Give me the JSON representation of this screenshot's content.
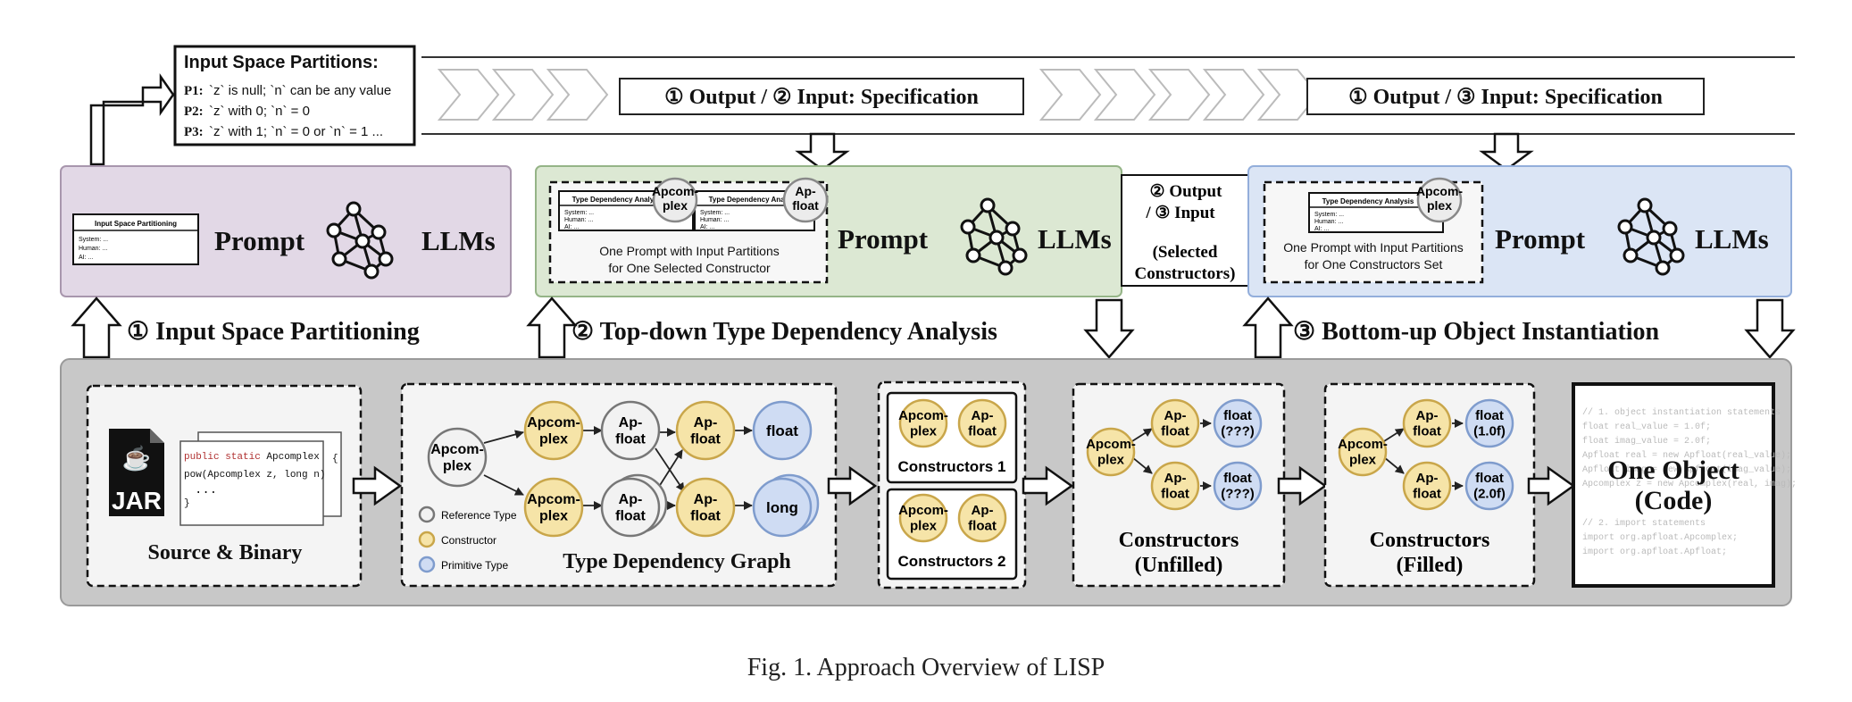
{
  "partitions": {
    "title": "Input Space Partitions:",
    "p1_label": "P1:",
    "p1_text": "`z` is null; `n` can be any value",
    "p2_label": "P2:",
    "p2_text": "`z` with  0; `n` = 0",
    "p3_label": "P3:",
    "p3_text": "`z` with 1; `n` = 0 or `n` = 1 ..."
  },
  "spec1": "① Output / ② Input:  Specification",
  "spec2": "① Output / ③ Input:  Specification",
  "panel1": {
    "card_title": "Input Space Partitioning",
    "card_lines": [
      "System: ...",
      "Human: ...",
      "AI: ..."
    ],
    "prompt": "Prompt",
    "llms": "LLMs"
  },
  "panel2": {
    "card_title": "Type Dependency Analysis",
    "card_lines": [
      "System: ...",
      "Human: ...",
      "AI: ..."
    ],
    "badge1": "Apcom-plex",
    "badge2": "Ap-float",
    "caption_line1": "One Prompt with Input Partitions",
    "caption_line2": "for One Selected Constructor",
    "prompt": "Prompt",
    "llms": "LLMs"
  },
  "middle_box": {
    "line1": "② Output",
    "line2": "/ ③ Input",
    "line3": "(Selected",
    "line4": "Constructors)"
  },
  "panel3": {
    "card_title": "Type Dependency Analysis",
    "card_lines": [
      "System: ...",
      "Human: ...",
      "AI: ..."
    ],
    "badge": "Apcom-plex",
    "caption_line1": "One Prompt with Input Partitions",
    "caption_line2": "for One Constructors Set",
    "prompt": "Prompt",
    "llms": "LLMs"
  },
  "steps": {
    "step1": "① Input Space Partitioning",
    "step2": "② Top-down Type Dependency Analysis",
    "step3": "③ Bottom-up Object Instantiation"
  },
  "source": {
    "jar": "JAR",
    "code_line1_kw": "public static",
    "code_line1_rest": " Apcomplex",
    "code_line2": "pow(Apcomplex z, long n)",
    "code_brace_open": "{",
    "code_dots": "...",
    "code_brace_close": "}",
    "label": "Source & Binary"
  },
  "graph": {
    "root": "Apcom-plex",
    "c1": "Apcom-plex",
    "c2": "Apcom-plex",
    "r1": "Ap-float",
    "r2": "Ap-float",
    "a1": "Ap-float",
    "a2": "Ap-float",
    "p1": "float",
    "p2": "long",
    "legend_ref": "Reference Type",
    "legend_con": "Constructor",
    "legend_prim": "Primitive Type",
    "label": "Type Dependency Graph"
  },
  "constructors_sets": {
    "set1_a": "Apcom-plex",
    "set1_b": "Ap-float",
    "set1_label": "Constructors 1",
    "set2_a": "Apcom-plex",
    "set2_b": "Ap-float",
    "set2_label": "Constructors 2"
  },
  "unfilled": {
    "root": "Apcom-plex",
    "a1": "Ap-float",
    "a2": "Ap-float",
    "v1": "float (???)",
    "v2": "float (???)",
    "label_line1": "Constructors",
    "label_line2": "(Unfilled)"
  },
  "filled": {
    "root": "Apcom-plex",
    "a1": "Ap-float",
    "a2": "Ap-float",
    "v1": "float (1.0f)",
    "v2": "float (2.0f)",
    "label_line1": "Constructors",
    "label_line2": "(Filled)"
  },
  "output_code": {
    "lines": [
      "// 1. object instantiation statements",
      "float real_value = 1.0f;",
      "float imag_value = 2.0f;",
      "Apfloat real = new Apfloat(real_value);",
      "Apfloat imag = new Apfloat(imag_value);",
      "Apcomplex z = new Apcomplex(real, imag);",
      "// 2. import statements",
      "import org.apfloat.Apcomplex;",
      "import org.apfloat.Apfloat;"
    ],
    "title_line1": "One Object",
    "title_line2": "(Code)"
  },
  "caption": "Fig. 1.  Approach Overview of LISP",
  "colors": {
    "purple_panel": "#e2d8e6",
    "green_panel": "#dce8d3",
    "blue_panel": "#dbe5f5",
    "grey_band": "#c8c8c8",
    "constructor_fill": "#f6e4a8",
    "primitive_fill": "#cfdcf3",
    "reference_fill": "#f2f2f2"
  }
}
